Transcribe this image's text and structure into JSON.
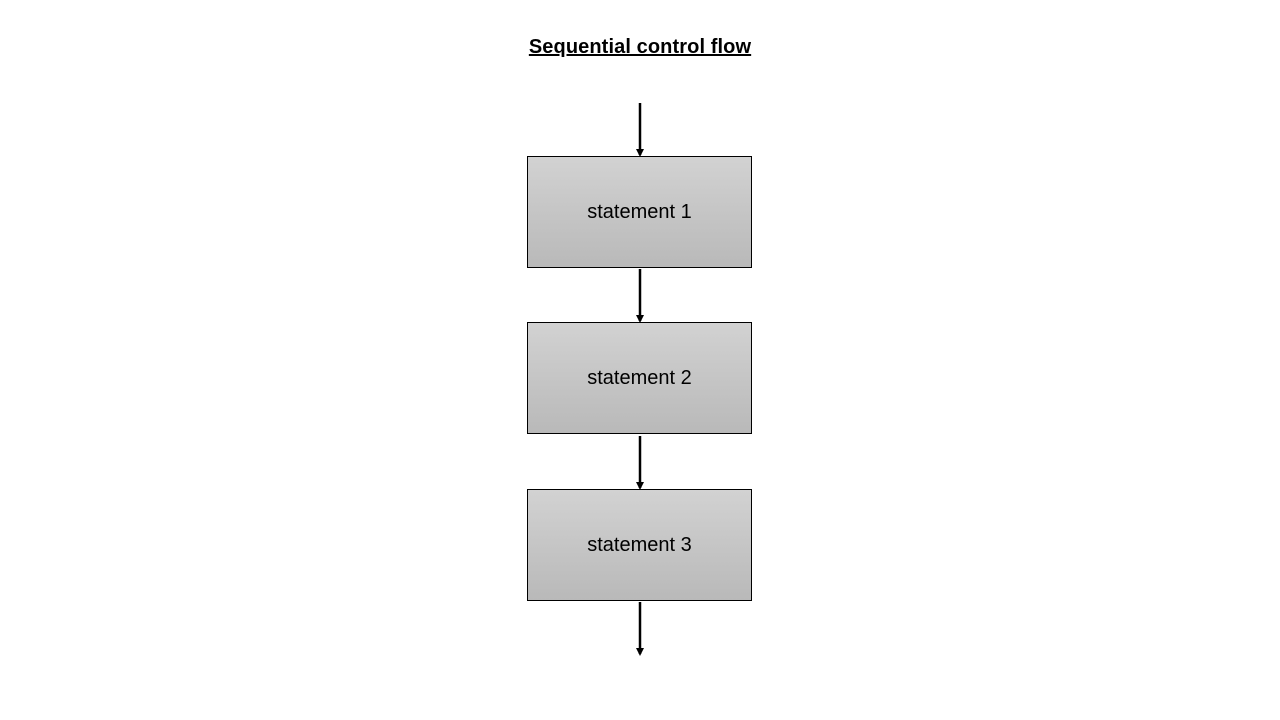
{
  "title": "Sequential control flow",
  "statements": [
    {
      "label": "statement 1"
    },
    {
      "label": "statement 2"
    },
    {
      "label": "statement 3"
    }
  ],
  "colors": {
    "box_fill_top": "#d2d2d2",
    "box_fill_bottom": "#b9b9b9",
    "stroke": "#000000"
  }
}
